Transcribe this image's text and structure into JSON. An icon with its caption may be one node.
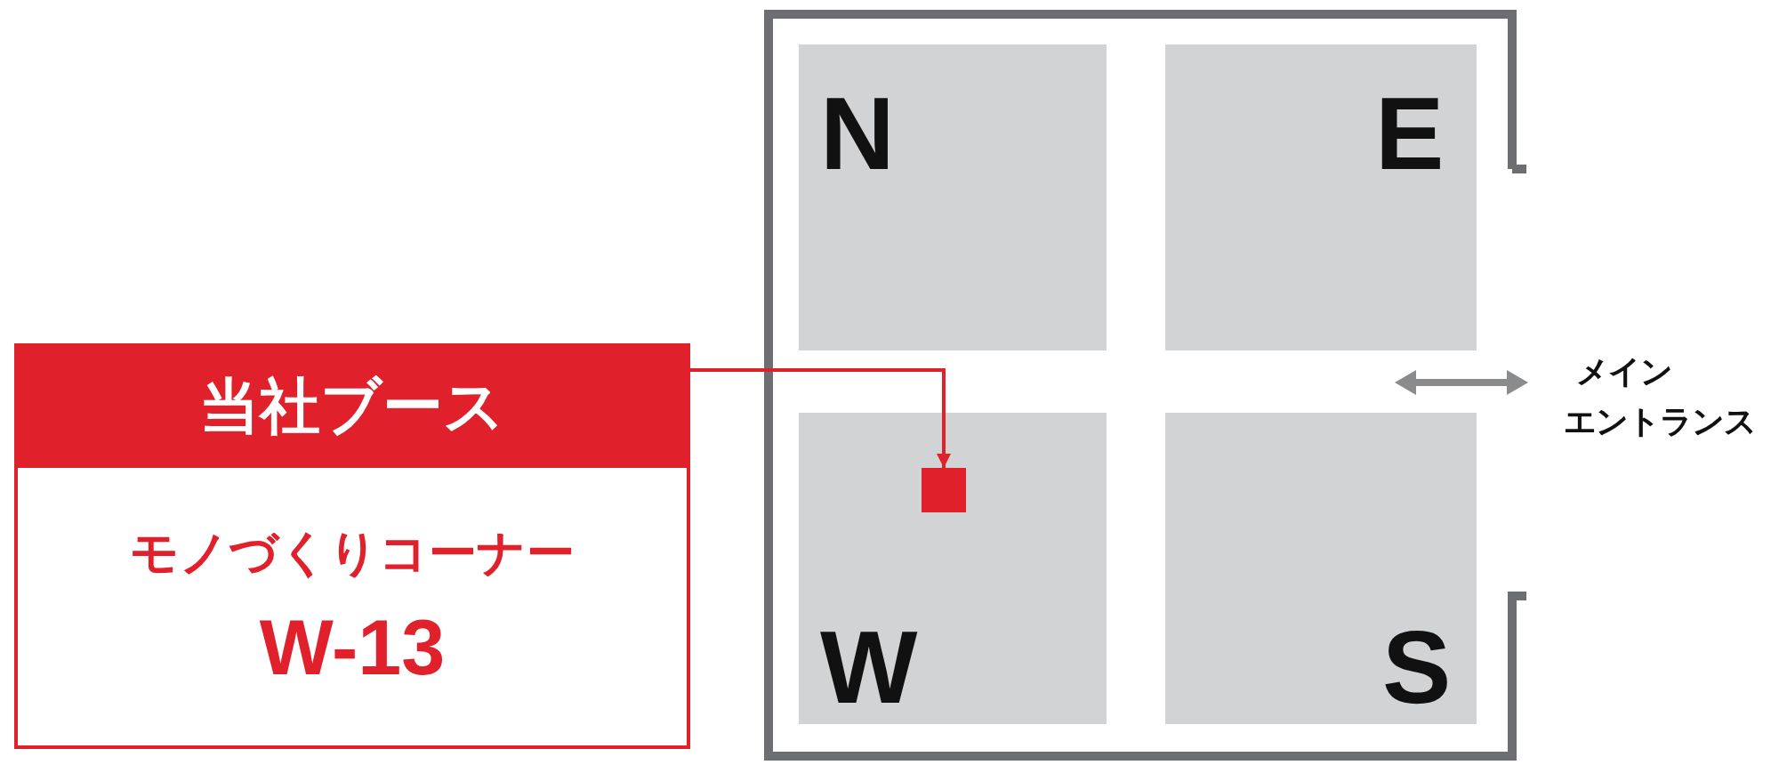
{
  "diagram": {
    "nodes": [
      {
        "text": [
          "当社ブース",
          "モノづくりコーナー",
          "W-13"
        ]
      },
      {
        "text": [
          "N"
        ]
      },
      {
        "text": [
          "E"
        ]
      },
      {
        "text": [
          "W"
        ]
      },
      {
        "text": [
          "S"
        ]
      },
      {
        "text": [],
        "shape": "box",
        "in": 3
      }
    ],
    "edges": [
      {
        "from": 0,
        "to": 5,
        "arrow": "to",
        "color": "#e0202a"
      }
    ],
    "labels": [
      "メイン",
      "エントランス"
    ]
  }
}
